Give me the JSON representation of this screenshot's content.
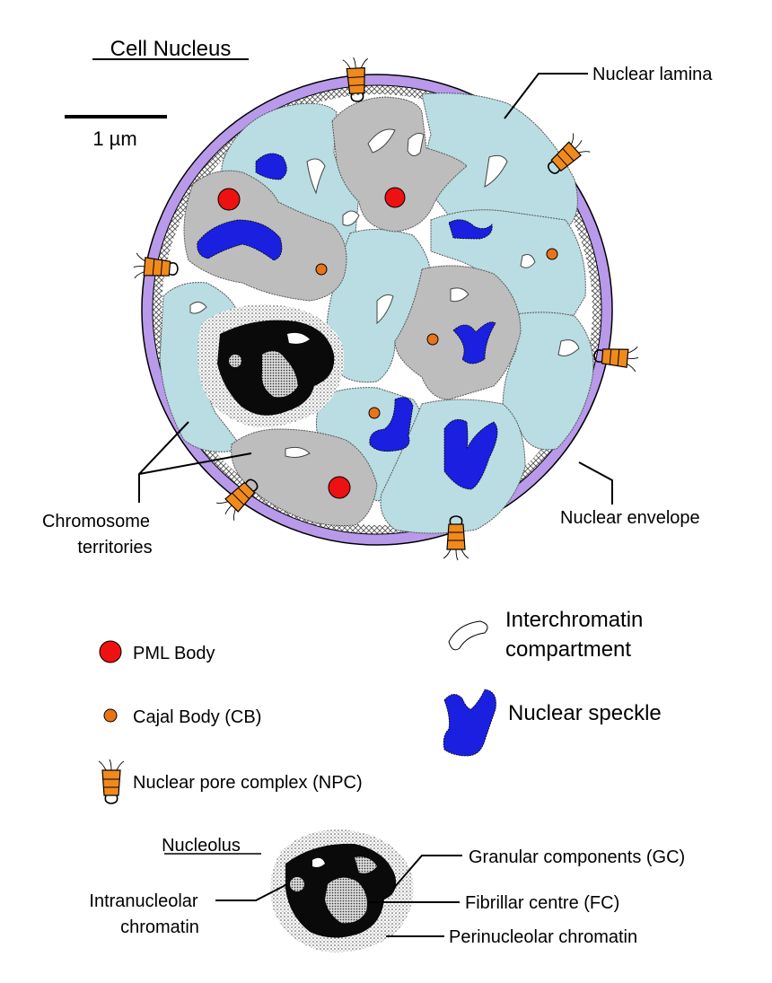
{
  "title": "Cell Nucleus",
  "scale_bar_label": "1 µm",
  "labels": {
    "nuclear_lamina": "Nuclear lamina",
    "nuclear_envelope": "Nuclear envelope",
    "chromosome_territories_line1": "Chromosome",
    "chromosome_territories_line2": "territories"
  },
  "legend": {
    "pml_body": "PML Body",
    "cajal_body": "Cajal Body (CB)",
    "npc": "Nuclear pore complex (NPC)",
    "interchromatin_line1": "Interchromatin",
    "interchromatin_line2": "compartment",
    "nuclear_speckle": "Nuclear speckle"
  },
  "nucleolus": {
    "title": "Nucleolus",
    "granular": "Granular components (GC)",
    "fibrillar": "Fibrillar centre (FC)",
    "perinucleolar": "Perinucleolar chromatin",
    "intranucleolar_line1": "Intranucleolar",
    "intranucleolar_line2": "chromatin"
  },
  "colors": {
    "envelope": "#b999ea",
    "territory_light": "#b9dde2",
    "territory_gray": "#bdbdbd",
    "pml": "#ee1111",
    "cajal": "#e8741a",
    "speckle": "#1a1fe0",
    "npc": "#f08a1c",
    "nucleolus": "#0a0a0a"
  }
}
